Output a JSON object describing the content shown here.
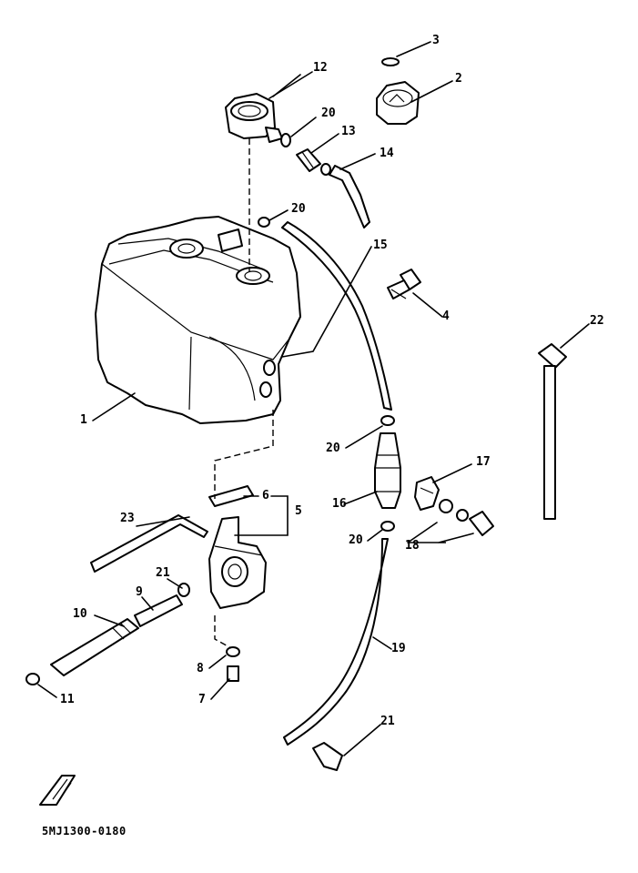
{
  "diagram": {
    "drawing_code": "5MJ1300-0180",
    "callouts": {
      "n1": "1",
      "n2": "2",
      "n3": "3",
      "n4": "4",
      "n5": "5",
      "n6": "6",
      "n7": "7",
      "n8": "8",
      "n9": "9",
      "n10": "10",
      "n11": "11",
      "n12": "12",
      "n13": "13",
      "n14": "14",
      "n15": "15",
      "n16": "16",
      "n17": "17",
      "n18": "18",
      "n19": "19",
      "n20a": "20",
      "n20b": "20",
      "n20c": "20",
      "n20d": "20",
      "n21a": "21",
      "n21b": "21",
      "n22": "22",
      "n23": "23"
    }
  }
}
